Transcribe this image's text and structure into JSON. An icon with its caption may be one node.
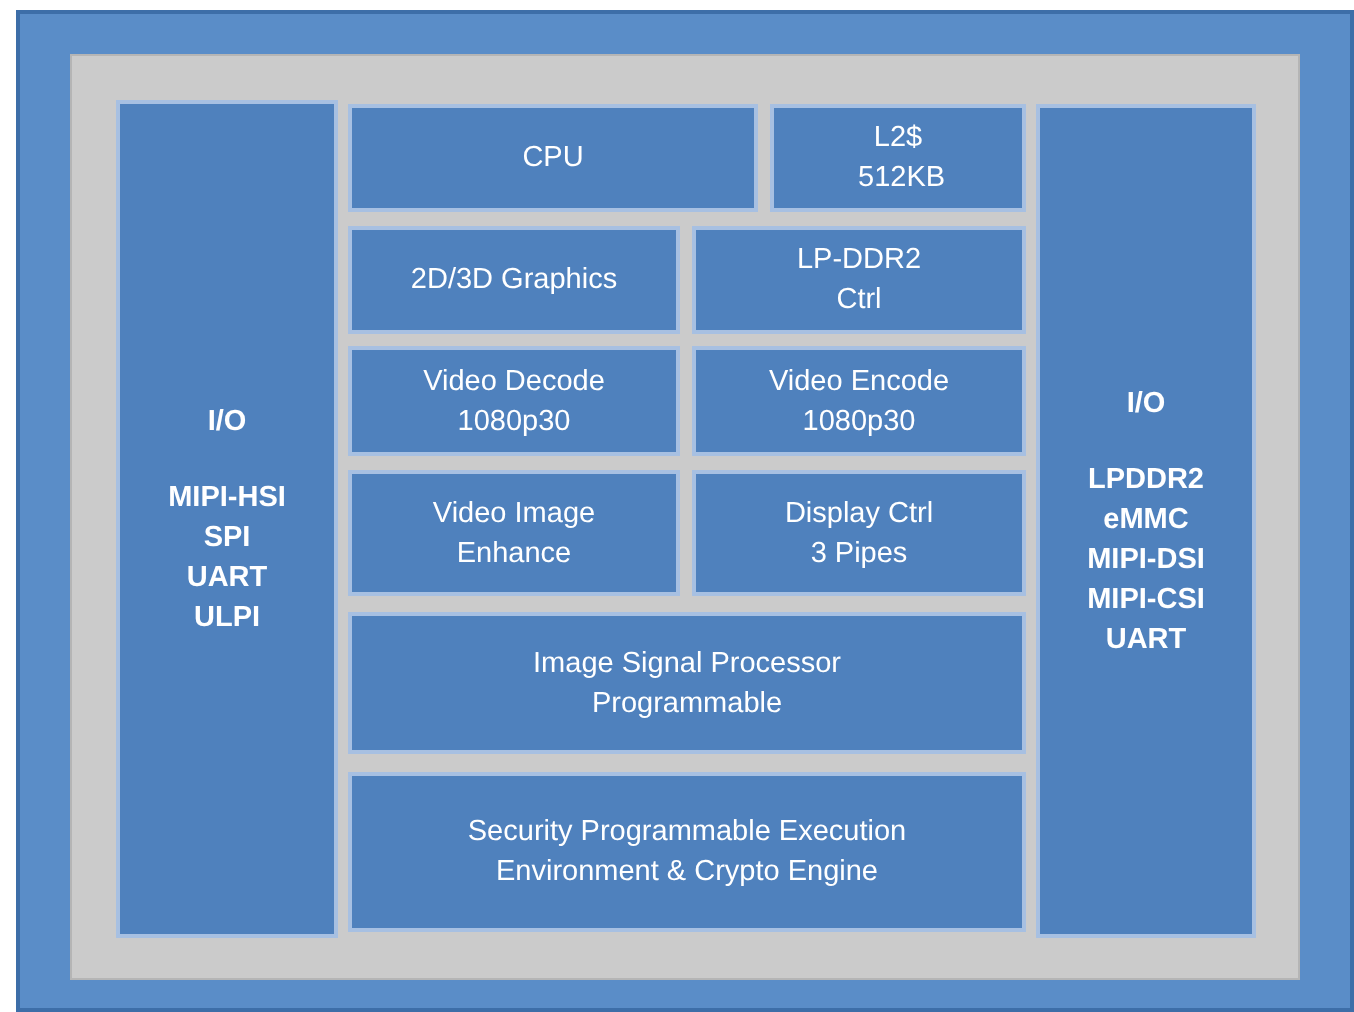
{
  "diagram": {
    "nodes": [
      {
        "text": [],
        "shape": "box"
      },
      {
        "text": [],
        "shape": "box",
        "in": 0
      },
      {
        "text": [
          "I/O",
          "MIPI-HSI SPI UART ULPI"
        ],
        "in": 1
      },
      {
        "text": [
          "CPU"
        ],
        "in": 1
      },
      {
        "text": [
          "L2$ 512KB"
        ],
        "in": 1
      },
      {
        "text": [
          "2D/3D Graphics"
        ],
        "in": 1
      },
      {
        "text": [
          "LP-DDR2 Ctrl"
        ],
        "in": 1
      },
      {
        "text": [
          "Video Decode 1080p30"
        ],
        "in": 1
      },
      {
        "text": [
          "Video Encode 1080p30"
        ],
        "in": 1
      },
      {
        "text": [
          "Video Image Enhance"
        ],
        "in": 1
      },
      {
        "text": [
          "Display Ctrl 3 Pipes"
        ],
        "in": 1
      },
      {
        "text": [
          "Image Signal Processor Programmable"
        ],
        "in": 1
      },
      {
        "text": [
          "Security Programmable Execution Environment & Crypto Engine"
        ],
        "in": 1
      },
      {
        "text": [
          "I/O",
          "LPDDR2 eMMC MIPI-DSI MIPI-CSI UART"
        ],
        "in": 1
      }
    ],
    "edges": []
  }
}
